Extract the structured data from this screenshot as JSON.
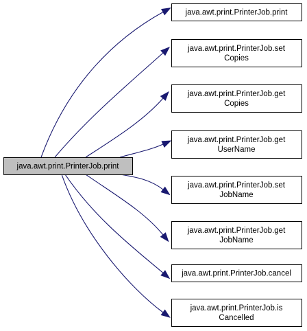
{
  "diagram": {
    "colors": {
      "root_fill": "#bfbfbf",
      "node_fill": "#ffffff",
      "border": "#000000",
      "edge": "#191970"
    },
    "root": {
      "id": "root",
      "lines": [
        "java.awt.print.PrinterJob.print"
      ]
    },
    "callees": [
      {
        "id": "print",
        "lines": [
          "java.awt.print.PrinterJob.print"
        ]
      },
      {
        "id": "setCopies",
        "lines": [
          "java.awt.print.PrinterJob.set",
          "Copies"
        ]
      },
      {
        "id": "getCopies",
        "lines": [
          "java.awt.print.PrinterJob.get",
          "Copies"
        ]
      },
      {
        "id": "getUserName",
        "lines": [
          "java.awt.print.PrinterJob.get",
          "UserName"
        ]
      },
      {
        "id": "setJobName",
        "lines": [
          "java.awt.print.PrinterJob.set",
          "JobName"
        ]
      },
      {
        "id": "getJobName",
        "lines": [
          "java.awt.print.PrinterJob.get",
          "JobName"
        ]
      },
      {
        "id": "cancel",
        "lines": [
          "java.awt.print.PrinterJob.cancel"
        ]
      },
      {
        "id": "isCancelled",
        "lines": [
          "java.awt.print.PrinterJob.is",
          "Cancelled"
        ]
      }
    ]
  }
}
